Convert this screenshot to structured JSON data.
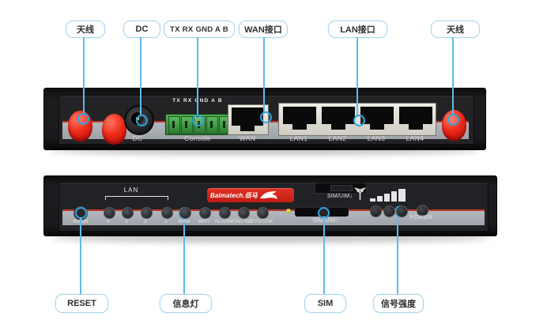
{
  "callouts": {
    "top": [
      {
        "label": "天线"
      },
      {
        "label": "DC"
      },
      {
        "label": "TX RX GND A B"
      },
      {
        "label": "WAN接口"
      },
      {
        "label": "LAN接口"
      },
      {
        "label": "天线"
      }
    ],
    "bottom": [
      {
        "label": "RESET"
      },
      {
        "label": "信息灯"
      },
      {
        "label": "SIM"
      },
      {
        "label": "信号强度"
      }
    ]
  },
  "back_panel": {
    "pin_header": "TX RX GND A B",
    "dc_label": "DC",
    "console_label": "Console",
    "wan_label": "WAN",
    "lan_labels": [
      "LAN1",
      "LAN2",
      "LAN3",
      "LAN4"
    ]
  },
  "front_panel": {
    "reset_label": "Reset",
    "lan_group_label": "LAN",
    "led_labels": [
      "4",
      "3",
      "2",
      "1",
      "WAN",
      "WIFI",
      "ALARM",
      "ONLINE",
      "SYSTEM"
    ],
    "logo_text": "Balmatech.佰马",
    "sim_slot_top_label": "SIM/UIM↓",
    "sim_slot_bottom_label": "SIM/UIM↓",
    "power_label": "POWER",
    "signal_bar_count": 5,
    "signal_led_count": 3
  },
  "colors": {
    "callout_line": "#5fbbea",
    "callout_border": "#a9d5ef",
    "device_black": "#1b1b1d",
    "stripe_gray": "#a7abb2",
    "antenna_red": "#e31b12",
    "console_green": "#3d9c40",
    "logo_red": "#d8251f",
    "panel_red_line": "#c23a28"
  }
}
